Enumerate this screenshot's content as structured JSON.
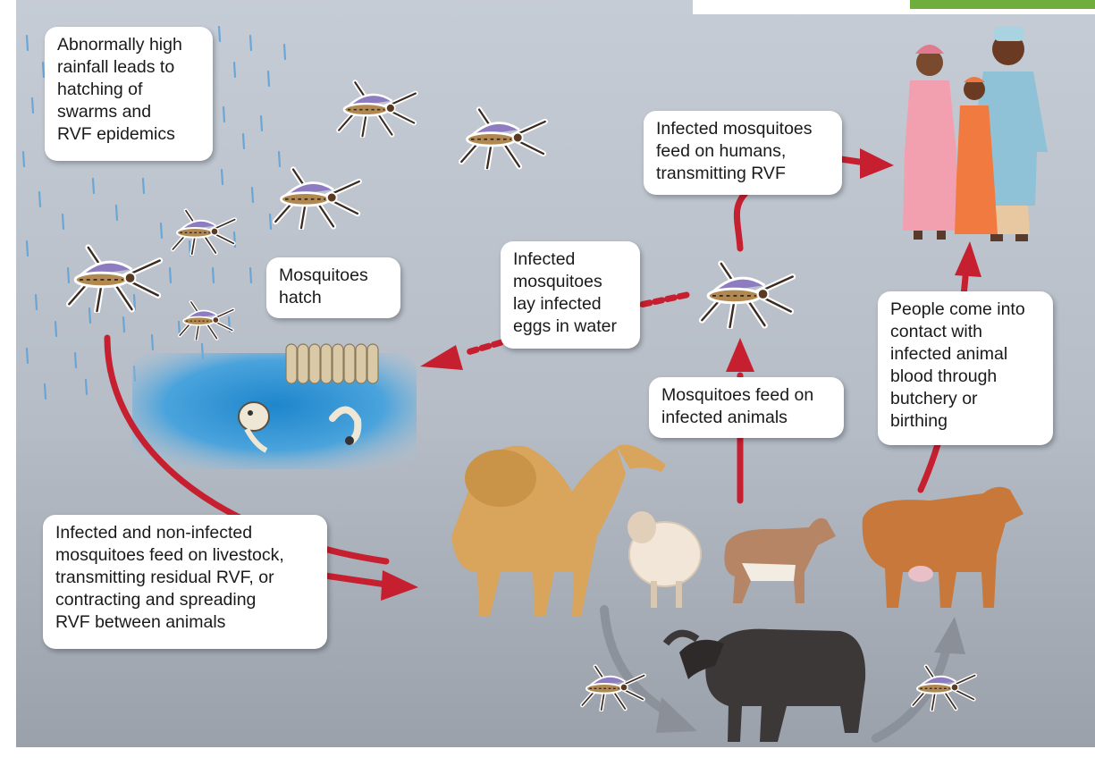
{
  "captions": {
    "rainfall": [
      "Abnormally high",
      "rainfall leads to",
      "hatching of",
      "swarms and",
      "RVF epidemics"
    ],
    "hatch": [
      "Mosquitoes",
      "hatch"
    ],
    "lay_eggs": [
      "Infected",
      "mosquitoes",
      "lay infected",
      "eggs in water"
    ],
    "feed_humans": [
      "Infected mosquitoes",
      "feed on humans,",
      "transmitting RVF"
    ],
    "feed_animals": [
      "Mosquitoes feed on",
      "infected animals"
    ],
    "contact": [
      "People come into",
      "contact with",
      "infected animal",
      "blood through",
      "butchery or",
      "birthing"
    ],
    "livestock": [
      "Infected and non-infected",
      "mosquitoes feed on livestock,",
      "transmitting residual RVF, or",
      "contracting and spreading",
      "RVF between animals"
    ]
  },
  "colors": {
    "arrow_red": "#c62030",
    "arrow_gray": "#8a8f98",
    "water_blue": "#1e86cc",
    "camel": "#d9a45c",
    "cow": "#c8783a",
    "buffalo": "#3c3838"
  }
}
